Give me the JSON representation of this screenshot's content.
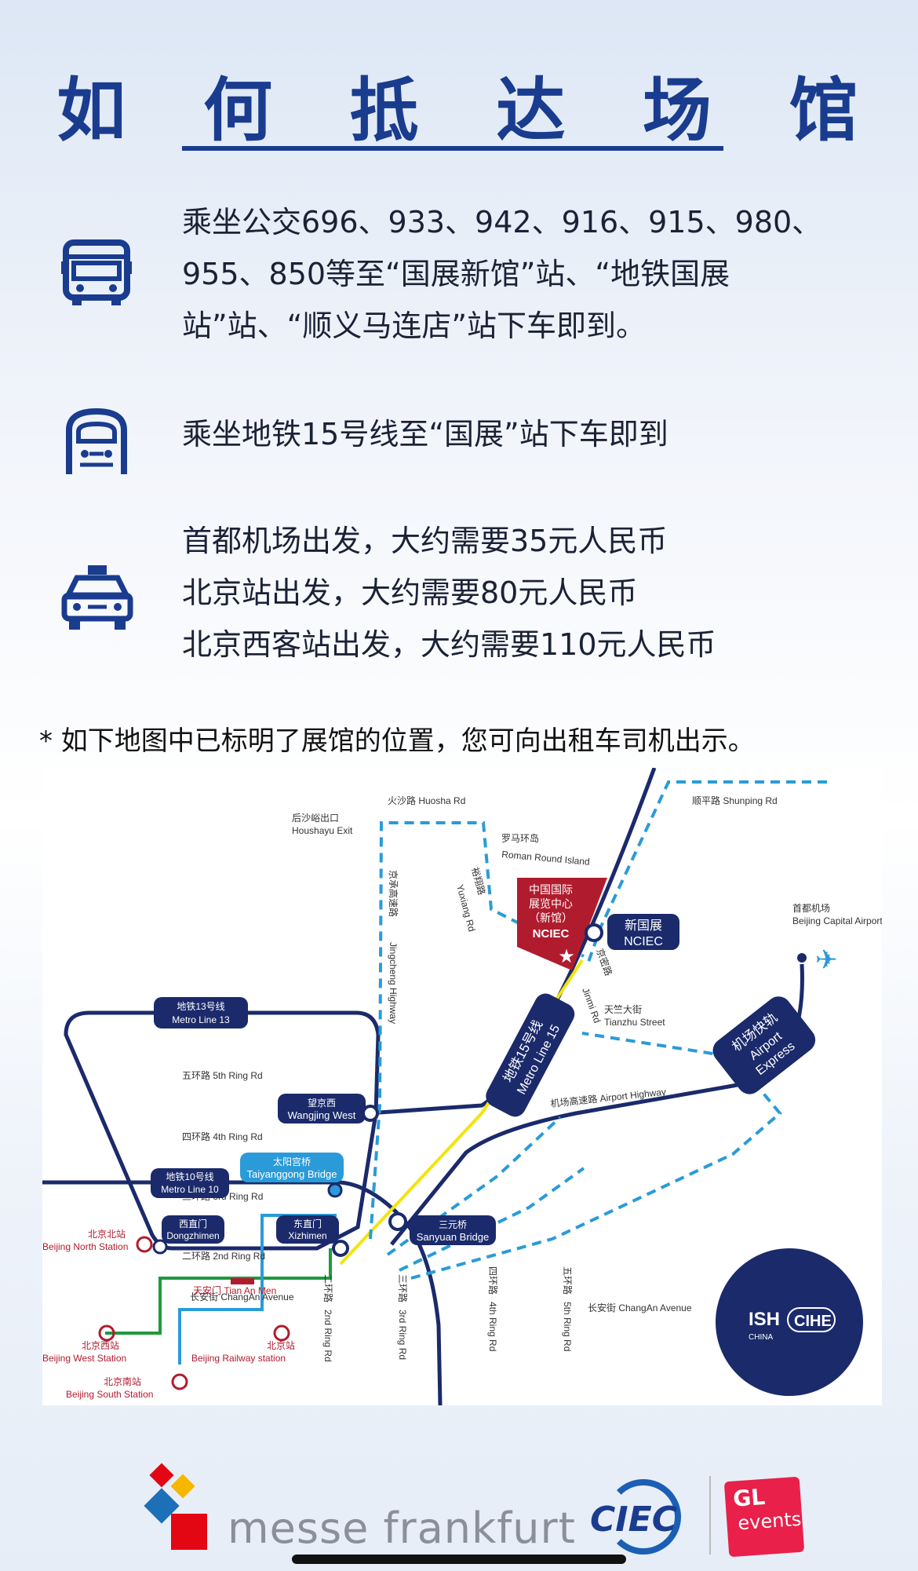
{
  "title": "如 何 抵 达 场 馆",
  "bus": {
    "icon": "bus-icon",
    "lines": [
      "乘坐公交696、933、942、916、915、980、",
      "955、850等至“国展新馆”站、“地铁国展",
      "站”站、“顺义马连店”站下车即到。"
    ]
  },
  "metro": {
    "icon": "metro-icon",
    "lines": [
      "乘坐地铁15号线至“国展”站下车即到"
    ]
  },
  "taxi": {
    "icon": "taxi-icon",
    "lines": [
      "首都机场出发，大约需要35元人民币",
      "北京站出发，大约需要80元人民币",
      "北京西客站出发，大约需要110元人民币"
    ]
  },
  "note": "* 如下地图中已标明了展馆的位置，您可向出租车司机出示。",
  "map": {
    "roads": {
      "huosha": "火沙路 Huosha Rd",
      "shunping": "顺平路 Shunping Rd",
      "houshayu_cn": "后沙峪出口",
      "houshayu_en": "Houshayu Exit",
      "roman_cn": "罗马环岛",
      "roman_en": "Roman Round Island",
      "yuxiang_cn": "裕翔路",
      "yuxiang_en": "Yuxiang Rd",
      "jingcheng_cn": "京承高速路",
      "jingcheng_en": "Jingcheng Highway",
      "jinmi_cn": "京密路",
      "jinmi_en": "Jinmi Rd",
      "tianzhu_cn": "天竺大街",
      "tianzhu_en": "Tianzhu Street",
      "airport_hwy": "机场高速路 Airport Highway",
      "ring5": "五环路 5th Ring Rd",
      "ring4": "四环路 4th Ring Rd",
      "ring3": "三环路 3rd Ring Rd",
      "ring2": "二环路 2nd Ring Rd",
      "ring2v_cn": "二环路",
      "ring2v_en": "2nd Ring Rd",
      "ring3v_cn": "三环路",
      "ring3v_en": "3rd Ring Rd",
      "ring4v_cn": "四环路",
      "ring4v_en": "4th Ring Rd",
      "ring5v_cn": "五环路",
      "ring5v_en": "5th Ring Rd",
      "changan": "长安街 ChangAn Avenue",
      "changan2": "长安街 ChangAn Avenue"
    },
    "nciec_box": [
      "中国国际",
      "展览中心",
      "（新馆）",
      "NCIEC"
    ],
    "nciec_station_cn": "新国展",
    "nciec_station_en": "NCIEC",
    "capital_airport_cn": "首都机场",
    "capital_airport_en": "Beijing Capital Airport",
    "line15_cn": "地铁15号线",
    "line15_en": "Metro Line 15",
    "line13_cn": "地铁13号线",
    "line13_en": "Metro Line 13",
    "line10_cn": "地铁10号线",
    "line10_en": "Metro Line 10",
    "airport_express_cn": "机场快轨",
    "airport_express_en1": "Airport",
    "airport_express_en2": "Express",
    "wangjing_cn": "望京西",
    "wangjing_en": "Wangjing West",
    "taiyanggong_cn": "太阳宫桥",
    "taiyanggong_en": "Taiyanggong Bridge",
    "sanyuan_cn": "三元桥",
    "sanyuan_en": "Sanyuan Bridge",
    "dongzhimen_cn": "西直门",
    "dongzhimen_en": "Dongzhimen",
    "xizhimen_cn": "东直门",
    "xizhimen_en": "Xizhimen",
    "north_station_cn": "北京北站",
    "north_station_en": "Beijing North Station",
    "west_station_cn": "北京西站",
    "west_station_en": "Beijing West Station",
    "railway_station_cn": "北京站",
    "railway_station_en": "Beijing Railway station",
    "south_station_cn": "北京南站",
    "south_station_en": "Beijing South Station",
    "tiananmen": "天安门 Tian An Men",
    "ish_logo": "ISH",
    "ish_sub": "CHINA",
    "cihe_logo": "CIHE"
  },
  "footer": {
    "messe_text": "messe frankfurt",
    "ciec_logo": "CIEC",
    "gl_logo1": "GL",
    "gl_logo2": "events"
  },
  "colors": {
    "brand_blue": "#1a3c8f",
    "navy": "#1b2a6b",
    "dash_blue": "#2a9bd8",
    "nciec_red": "#b01c2e",
    "line15_yellow": "#f3e40a",
    "green_line": "#1e9b3c"
  }
}
